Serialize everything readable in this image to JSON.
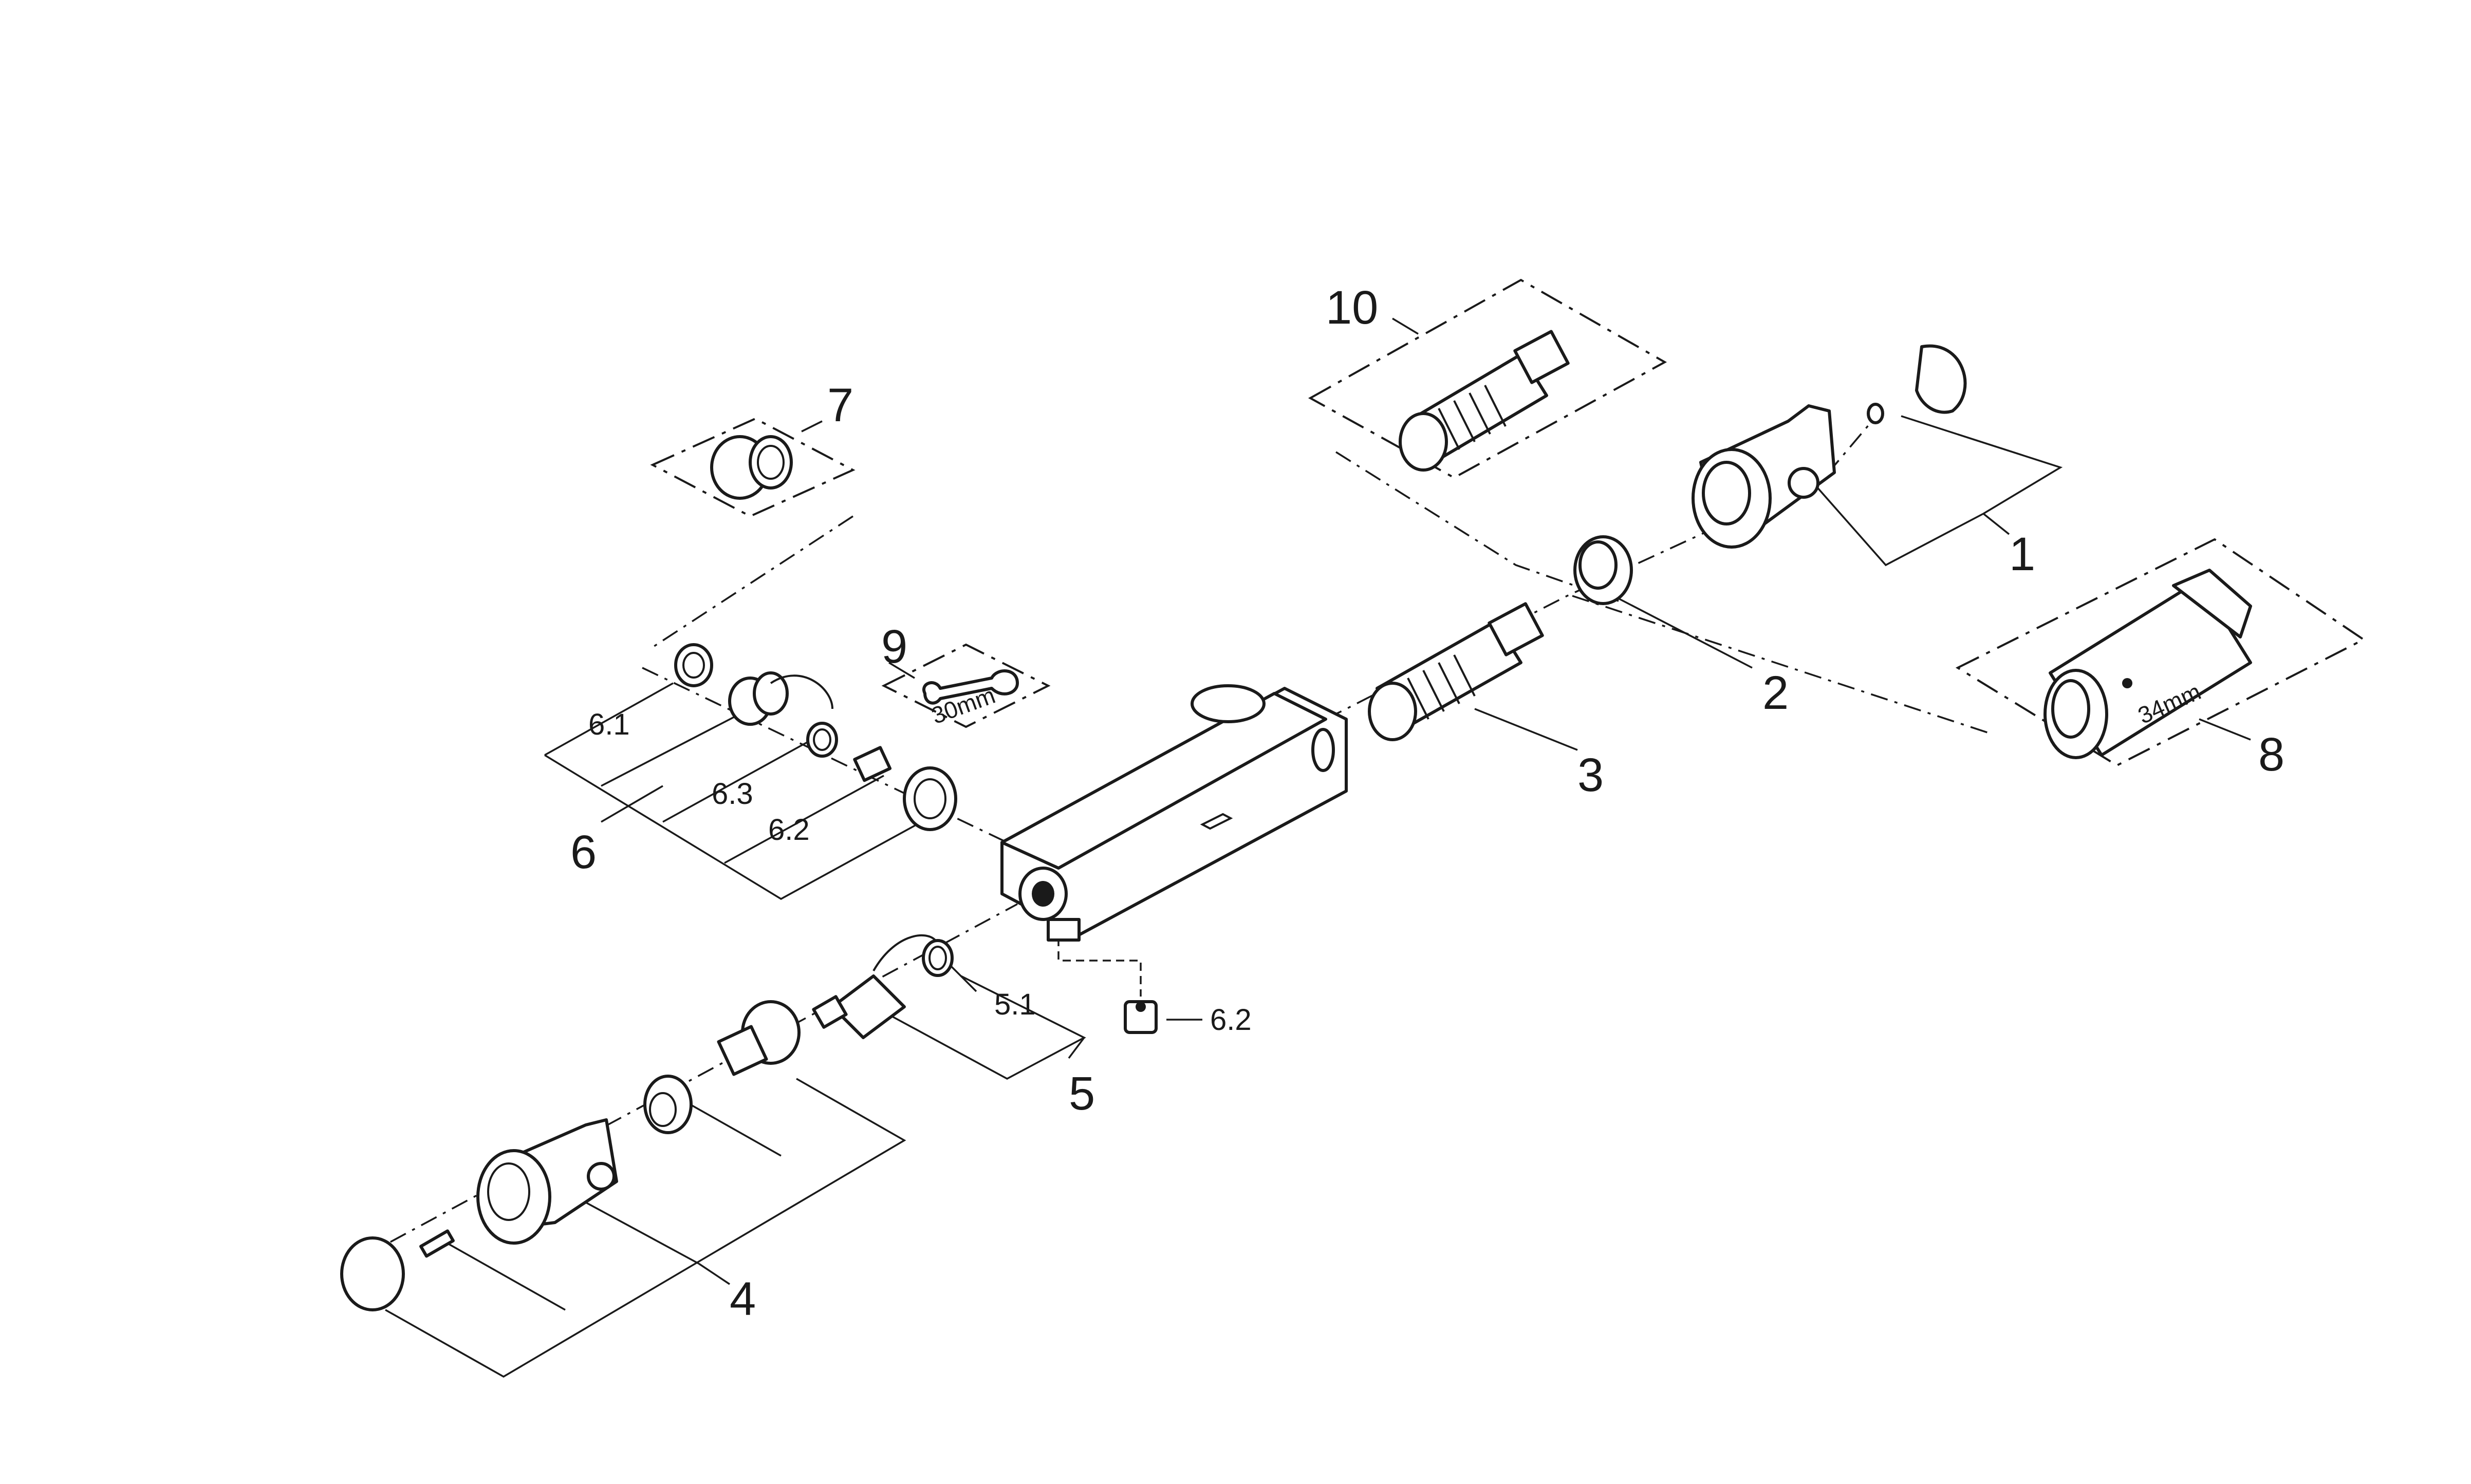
{
  "diagram": {
    "labels": {
      "p1": "1",
      "p2": "2",
      "p3": "3",
      "p4": "4",
      "p5": "5",
      "p5_1": "5.1",
      "p6": "6",
      "p6_1": "6.1",
      "p6_2": "6.2",
      "p6_2b": "6.2",
      "p6_3": "6.3",
      "p7": "7",
      "p8": "8",
      "p9": "9",
      "p10": "10"
    },
    "tool_sizes": {
      "wrench": "30mm",
      "socket": "34mm"
    }
  }
}
